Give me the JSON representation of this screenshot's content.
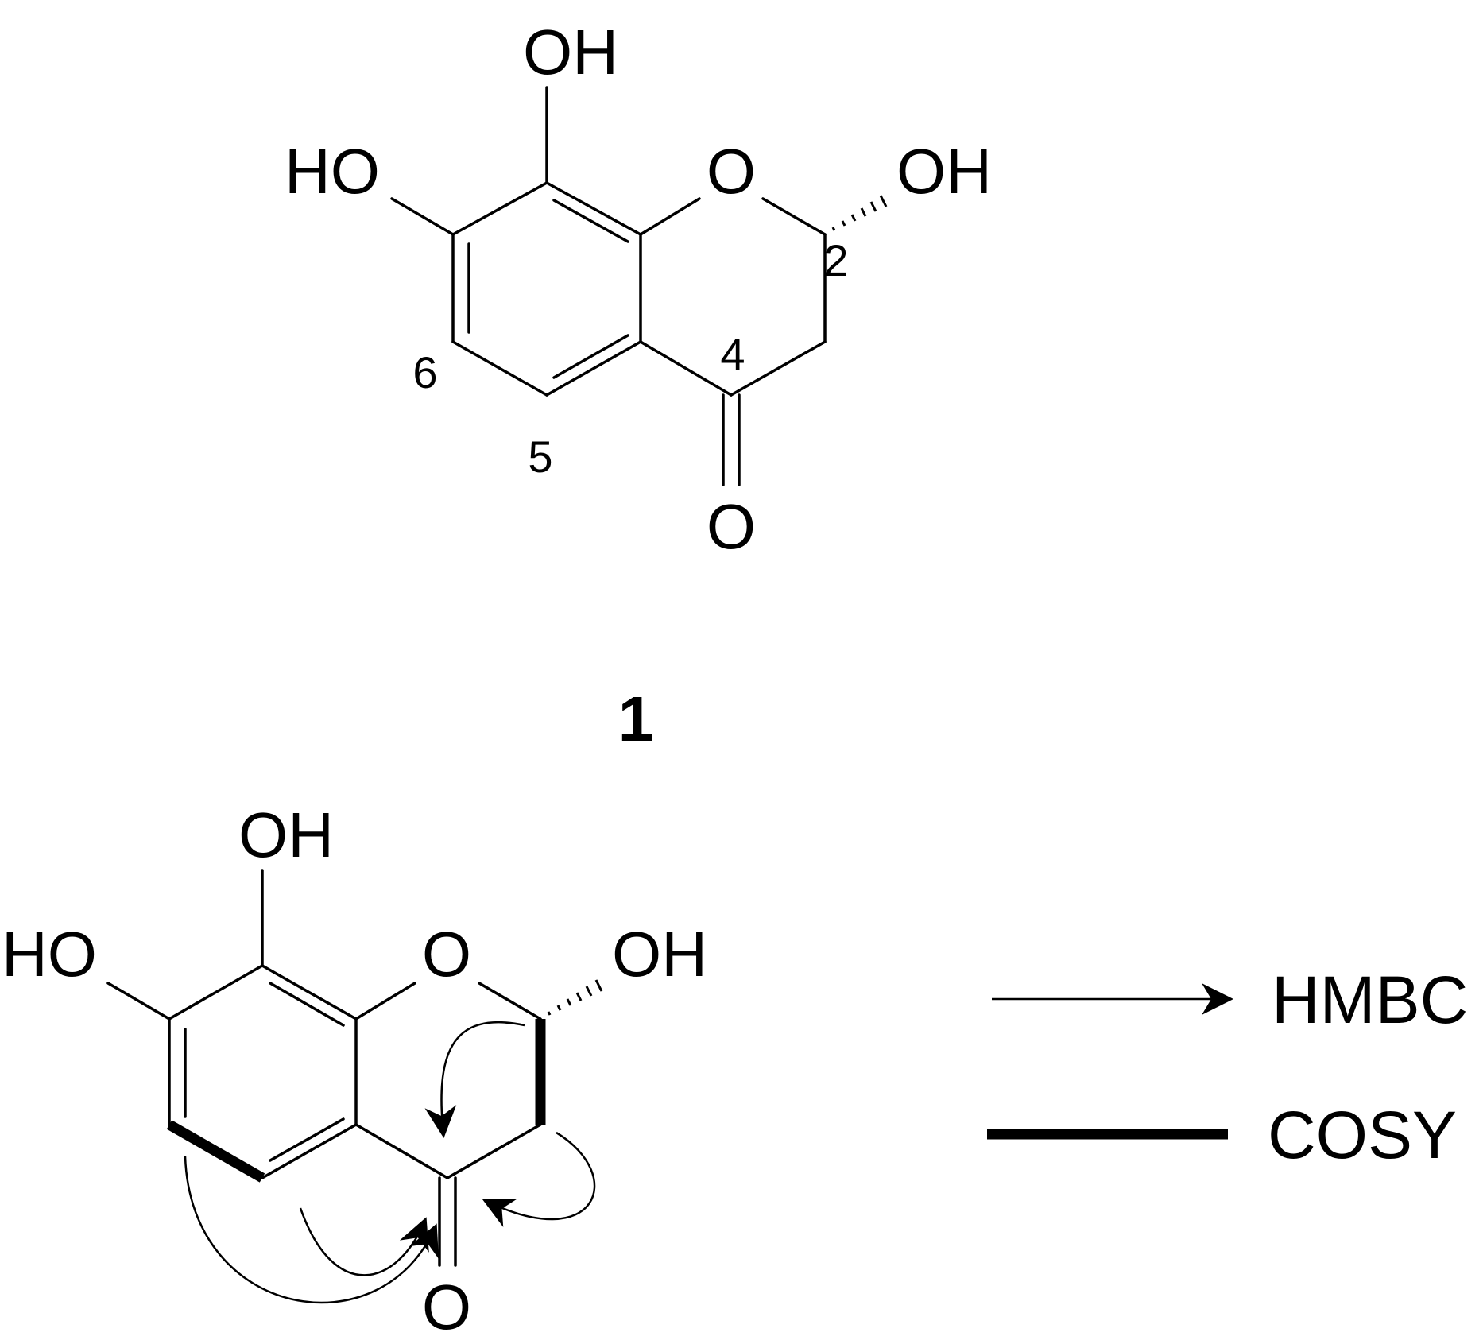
{
  "structure_top": {
    "atoms": {
      "oh_top": "OH",
      "ho_left": "HO",
      "ring_o": "O",
      "oh_right": "OH",
      "carbonyl_o": "O"
    },
    "numbering": {
      "c2": "2",
      "c4": "4",
      "c5": "5",
      "c6": "6"
    },
    "compound_number": "1"
  },
  "structure_bottom": {
    "atoms": {
      "oh_top": "OH",
      "ho_left": "HO",
      "ring_o": "O",
      "oh_right": "OH",
      "carbonyl_o": "O"
    }
  },
  "legend": {
    "hmbc_label": "HMBC",
    "cosy_label": "COSY"
  }
}
